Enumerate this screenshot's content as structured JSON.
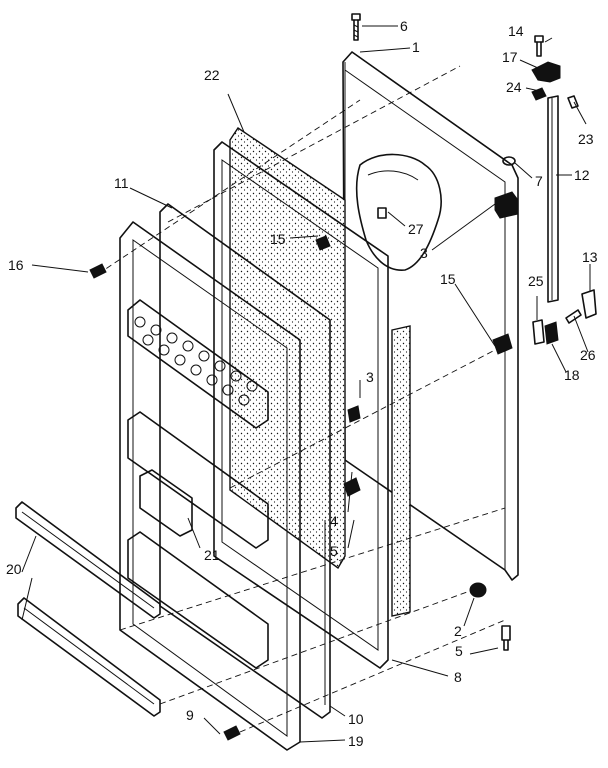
{
  "callouts": [
    {
      "id": "c6",
      "text": "6"
    },
    {
      "id": "c1",
      "text": "1"
    },
    {
      "id": "c14",
      "text": "14"
    },
    {
      "id": "c17",
      "text": "17"
    },
    {
      "id": "c24",
      "text": "24"
    },
    {
      "id": "c23",
      "text": "23"
    },
    {
      "id": "c22",
      "text": "22"
    },
    {
      "id": "c7",
      "text": "7"
    },
    {
      "id": "c12",
      "text": "12"
    },
    {
      "id": "c11",
      "text": "11"
    },
    {
      "id": "c27",
      "text": "27"
    },
    {
      "id": "c15a",
      "text": "15"
    },
    {
      "id": "c3a",
      "text": "3"
    },
    {
      "id": "c16",
      "text": "16"
    },
    {
      "id": "c15b",
      "text": "15"
    },
    {
      "id": "c13",
      "text": "13"
    },
    {
      "id": "c25",
      "text": "25"
    },
    {
      "id": "c3b",
      "text": "3"
    },
    {
      "id": "c26",
      "text": "26"
    },
    {
      "id": "c18",
      "text": "18"
    },
    {
      "id": "c4",
      "text": "4"
    },
    {
      "id": "c21",
      "text": "21"
    },
    {
      "id": "c5a",
      "text": "5"
    },
    {
      "id": "c20",
      "text": "20"
    },
    {
      "id": "c2",
      "text": "2"
    },
    {
      "id": "c5b",
      "text": "5"
    },
    {
      "id": "c8",
      "text": "8"
    },
    {
      "id": "c9",
      "text": "9"
    },
    {
      "id": "c10",
      "text": "10"
    },
    {
      "id": "c19",
      "text": "19"
    }
  ]
}
